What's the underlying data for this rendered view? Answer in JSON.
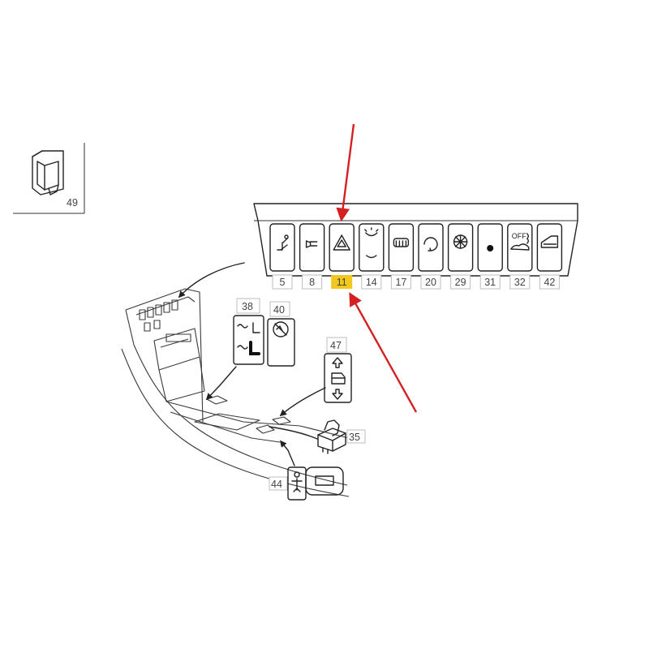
{
  "colors": {
    "arrow": "#d42020",
    "highlight": "#f2c81e",
    "line": "#222222"
  },
  "inset": {
    "label": "49",
    "icon": "switch-housing-icon"
  },
  "switch_panel": {
    "switches": [
      {
        "label": "5",
        "icon": "seat-adjust-icon",
        "highlighted": false
      },
      {
        "label": "8",
        "icon": "headlamp-icon",
        "highlighted": false
      },
      {
        "label": "11",
        "icon": "hazard-warning-icon",
        "highlighted": true
      },
      {
        "label": "14",
        "icon": "interior-light-icon",
        "highlighted": false
      },
      {
        "label": "17",
        "icon": "rear-defrost-icon",
        "highlighted": false
      },
      {
        "label": "20",
        "icon": "recirculation-icon",
        "highlighted": false
      },
      {
        "label": "29",
        "icon": "fan-icon",
        "highlighted": false
      },
      {
        "label": "31",
        "icon": "dot-icon",
        "highlighted": false
      },
      {
        "label": "32",
        "icon": "alarm-off-icon",
        "highlighted": false,
        "text": "OFF"
      },
      {
        "label": "42",
        "icon": "central-locking-icon",
        "highlighted": false
      }
    ]
  },
  "parts": {
    "p38": {
      "label": "38",
      "icon": "seat-heating-icon"
    },
    "p40": {
      "label": "40",
      "icon": "airbag-off-icon"
    },
    "p47": {
      "label": "47",
      "icon": "window-switch-icon"
    },
    "p35": {
      "label": "35",
      "icon": "switch-block-icon"
    },
    "p44": {
      "label": "44",
      "icon": "child-seat-icon"
    }
  }
}
